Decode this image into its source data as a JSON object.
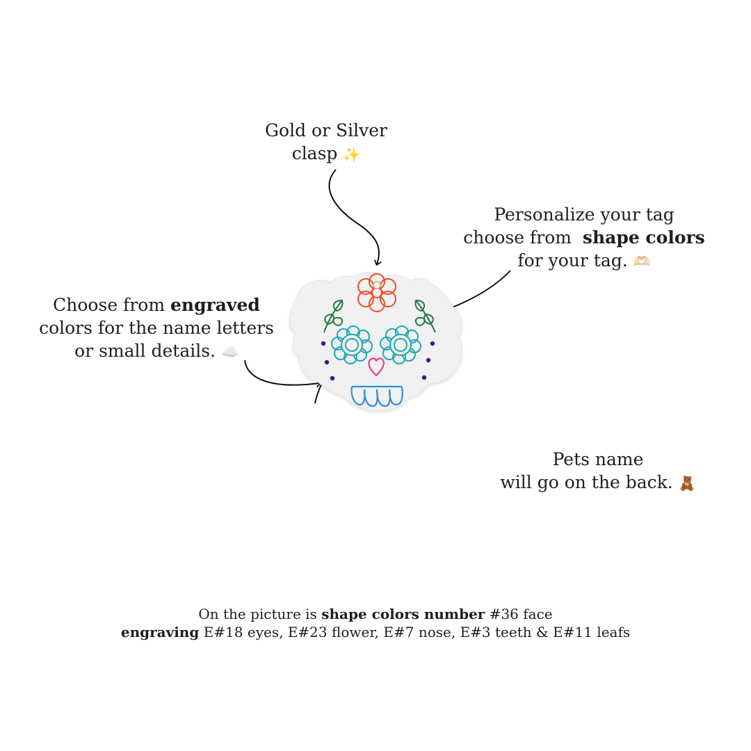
{
  "notes": {
    "clasp": {
      "line1": "Gold or Silver",
      "line2": "clasp",
      "emoji": "✨"
    },
    "shape_colors": {
      "line1": "Personalize your tag",
      "line2_prefix": "choose from",
      "line2_bold": "shape colors",
      "line3": "for your tag.",
      "emoji": "🫶🏻"
    },
    "engraved": {
      "line1_prefix": "Choose from",
      "line1_bold": "engraved",
      "line2": "colors for the name letters",
      "line3": "or small details.",
      "emoji": "☁️"
    },
    "back": {
      "line1": "Pets name",
      "line2": "will go on the back.",
      "emoji": "🧸"
    }
  },
  "caption": {
    "line1_prefix": "On the picture is",
    "line1_bold": "shape colors number",
    "line1_suffix": "#36 face",
    "line2_bold": "engraving",
    "line2_suffix": "E#18 eyes, E#23 flower, E#7 nose, E#3 teeth & E#11 leafs"
  },
  "colors": {
    "tag_face": "#f1f1f1",
    "flower": "#ee4b22",
    "eyes": "#1aa9b4",
    "nose": "#ea3d8e",
    "teeth": "#2e8fe0",
    "leafs": "#1e7a3c",
    "dots": "#3b1a8f",
    "arrows": "#111111"
  }
}
